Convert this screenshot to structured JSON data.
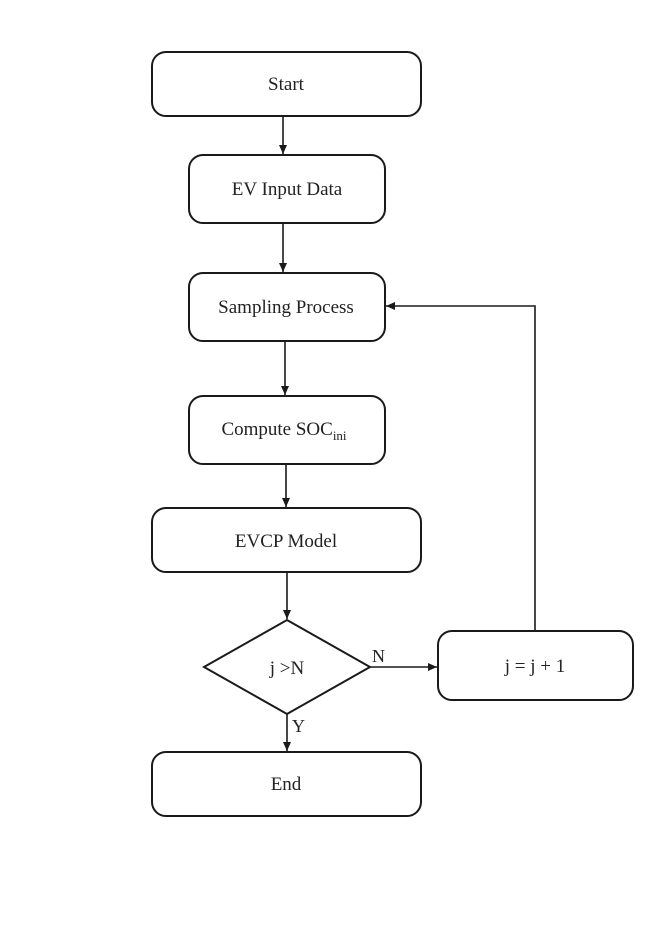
{
  "diagram": {
    "nodes": {
      "start": {
        "label": "Start"
      },
      "ev_input": {
        "label": "EV Input Data"
      },
      "sampling": {
        "label": "Sampling Process"
      },
      "compute_soc": {
        "label": "Compute SOC",
        "subscript": "ini"
      },
      "evcp_model": {
        "label": "EVCP Model"
      },
      "decision": {
        "label": "j >N"
      },
      "increment": {
        "label": "j = j + 1"
      },
      "end": {
        "label": "End"
      }
    },
    "edges": {
      "no_label": "N",
      "yes_label": "Y"
    },
    "colors": {
      "stroke": "#1a1a1a",
      "fill": "#ffffff",
      "text": "#222222"
    }
  }
}
